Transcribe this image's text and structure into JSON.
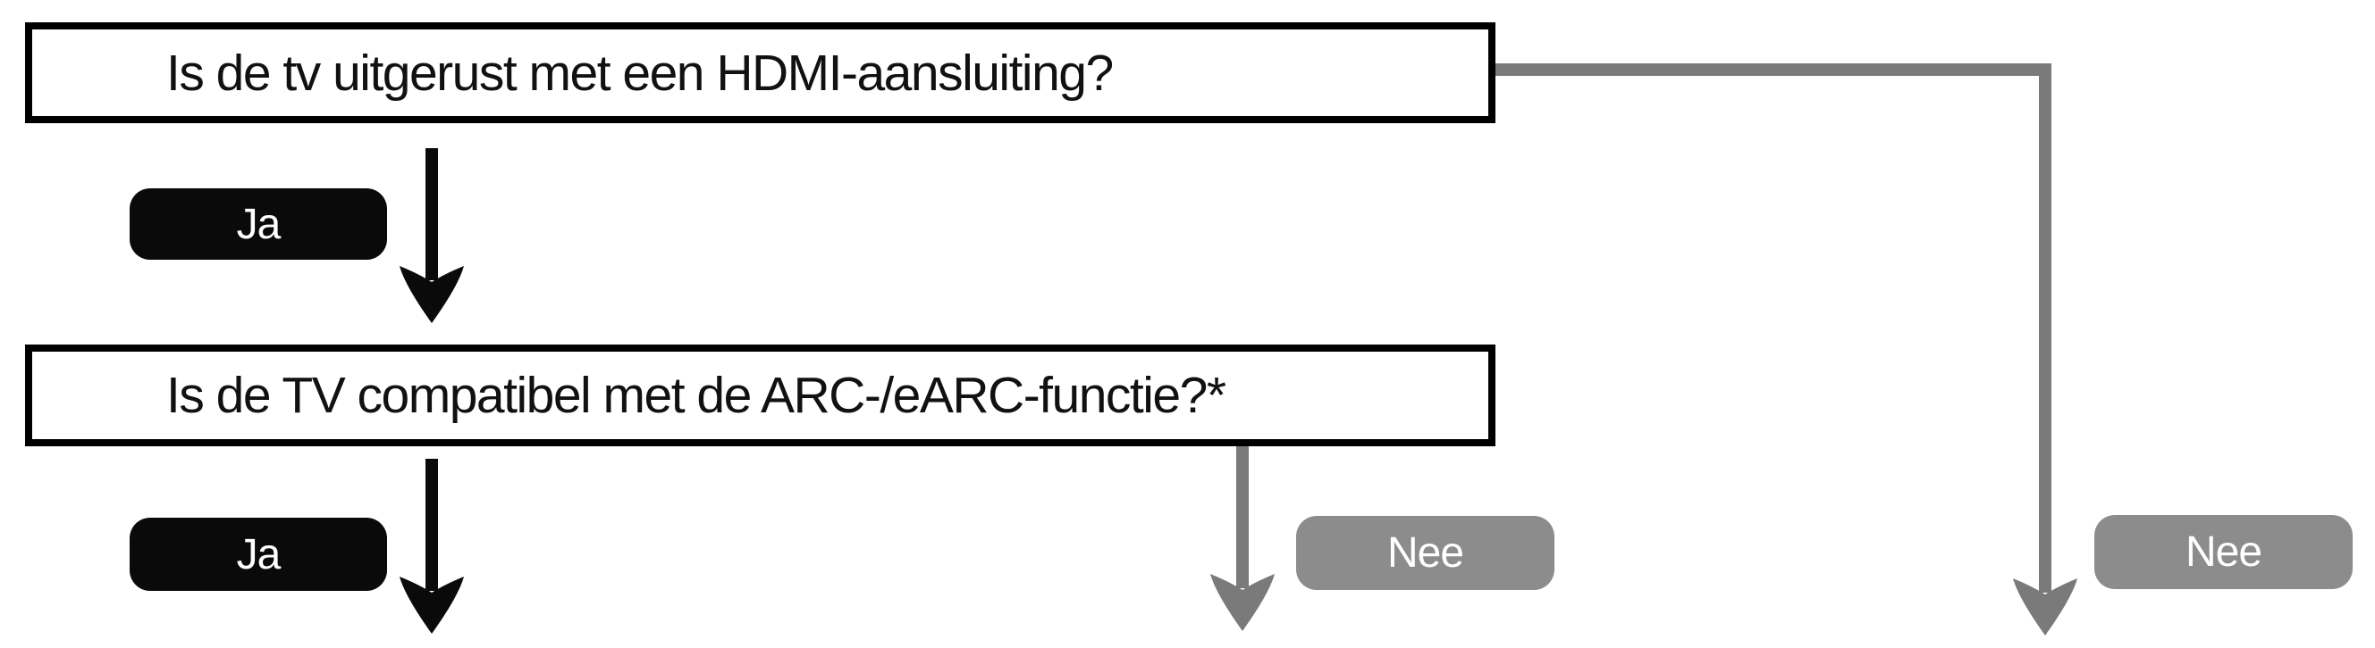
{
  "diagram": {
    "language": "nl",
    "questions": [
      {
        "id": "hdmi",
        "text": "Is de tv uitgerust met een HDMI-aansluiting?"
      },
      {
        "id": "arc",
        "text": "Is de TV compatibel met de ARC-/eARC-functie?*"
      }
    ],
    "answers": {
      "yes_1": "Ja",
      "yes_2": "Ja",
      "no_1": "Nee",
      "no_2": "Nee"
    },
    "colors": {
      "box_border": "#000000",
      "yes_pill_bg": "#0a0a0a",
      "yes_pill_text": "#ffffff",
      "no_pill_bg": "#8c8c8c",
      "no_pill_text": "#ffffff",
      "black_arrow": "#0a0a0a",
      "gray_arrow": "#7a7a7a"
    }
  }
}
